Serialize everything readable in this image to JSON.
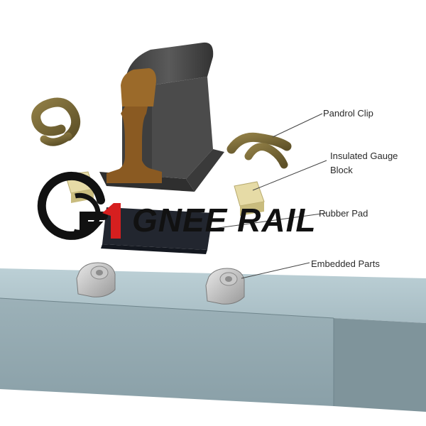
{
  "labels": {
    "pandrol_clip": "Pandrol Clip",
    "gauge_block_line1": "Insulated Gauge",
    "gauge_block_line2": "Block",
    "rubber_pad": "Rubber Pad",
    "embedded_parts": "Embedded Parts"
  },
  "brand": {
    "name": "GNEE RAIL",
    "colors": {
      "dark": "#111111",
      "accent": "#d61f1f"
    }
  },
  "colors": {
    "sleeper": "#9fb3bb",
    "rail": "#4a4a4a",
    "clip": "#7a6a3a",
    "gauge_block": "#e6dba6",
    "rubber_pad": "#22262f"
  }
}
